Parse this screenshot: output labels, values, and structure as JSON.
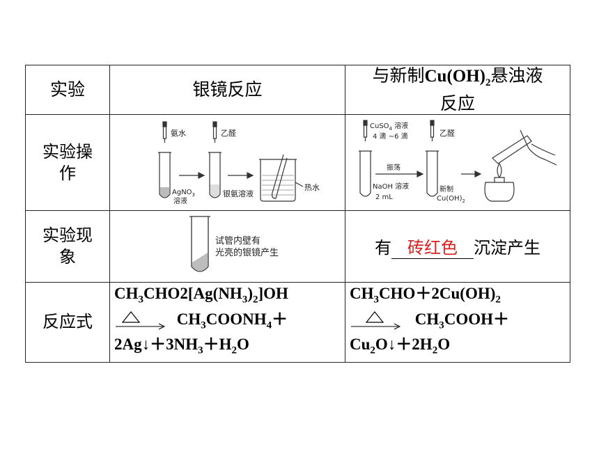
{
  "header": {
    "col1": "实验",
    "col2": "银镜反应",
    "col3_pre": "与新制",
    "col3_formula": "Cu(OH)",
    "col3_sub": "2",
    "col3_post": "悬浊液",
    "col3_line2": "反应"
  },
  "rows": {
    "op_label_l1": "实验操",
    "op_label_l2": "作",
    "phen_label_l1": "实验现",
    "phen_label_l2": "象",
    "eq_label": "反应式"
  },
  "silver_diagram": {
    "ammonia": "氨水",
    "acetaldehyde": "乙醛",
    "agno3_l1": "AgNO",
    "agno3_sub": "3",
    "agno3_l2": "溶液",
    "silver_ammonia": "银氨溶液",
    "hot_water": "热水"
  },
  "copper_diagram": {
    "cuso4_l1": "CuSO",
    "cuso4_sub": "4",
    "cuso4_solution": " 溶液",
    "drops": "4 滴 ~6 滴",
    "acetaldehyde": "乙醛",
    "shake": "振荡",
    "naoh": "NaOH 溶液",
    "volume": "2 mL",
    "fresh_l1": "新制",
    "fresh_l2": "Cu(OH)",
    "fresh_sub": "2"
  },
  "silver_phenomenon": {
    "line1": "试管内壁有",
    "line2": "光亮的银镜产生"
  },
  "copper_phenomenon": {
    "before": "有",
    "blank": "砖红色",
    "after": "沉淀产生"
  },
  "silver_equation": {
    "l1_a": "CH",
    "l1_s1": "3",
    "l1_b": "CHO2[Ag(NH",
    "l1_s2": "3",
    "l1_c": ")",
    "l1_s3": "2",
    "l1_d": "]OH",
    "l2_a": "CH",
    "l2_s1": "3",
    "l2_b": "COONH",
    "l2_s2": "4",
    "l2_c": "＋",
    "l3_a": "2Ag↓＋3NH",
    "l3_s1": "3",
    "l3_b": "＋H",
    "l3_s2": "2",
    "l3_c": "O"
  },
  "copper_equation": {
    "l1_a": "CH",
    "l1_s1": "3",
    "l1_b": "CHO＋2Cu(OH)",
    "l1_s2": "2",
    "l2_a": "CH",
    "l2_s1": "3",
    "l2_b": "COOH＋",
    "l3_a": "Cu",
    "l3_s1": "2",
    "l3_b": "O↓＋2H",
    "l3_s2": "2",
    "l3_c": "O"
  },
  "colors": {
    "blank_text": "#d62020",
    "border": "#222222"
  }
}
